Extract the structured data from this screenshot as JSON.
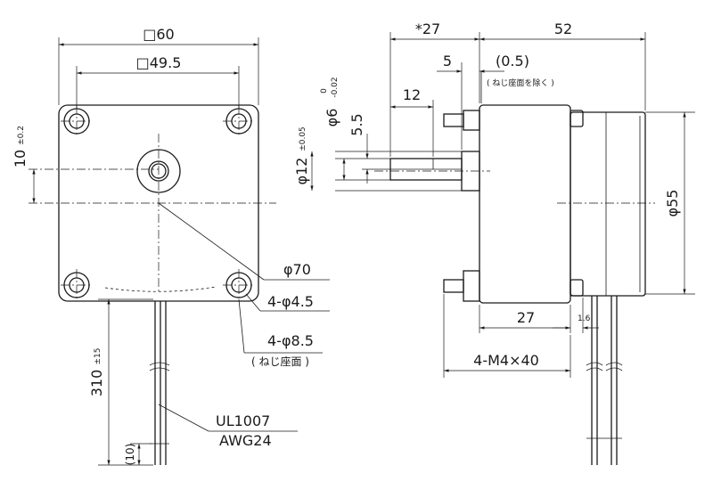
{
  "front_view": {
    "outer_square": "□60",
    "hole_pitch": "□49.5",
    "shaft_offset": {
      "value": "10",
      "tol": "±0.2"
    },
    "circle_dia": "φ70",
    "mount_hole": "4-φ4.5",
    "seat_dia": "4-φ8.5",
    "seat_note": "( ねじ座面 )",
    "lead_length": {
      "value": "310",
      "tol": "±15"
    },
    "strip_length": "(10)",
    "wire_spec": [
      "UL1007",
      "AWG24"
    ]
  },
  "side_view": {
    "shaft_length": "*27",
    "body_length": "52",
    "shaft_step": "5",
    "gap": "(0.5)",
    "gap_note": "( ねじ座面を除く )",
    "flat_length": "12",
    "flat_depth": "5.5",
    "shaft_dia": {
      "value": "φ6",
      "upper": "0",
      "lower": "-0.02"
    },
    "boss_dia": {
      "value": "φ12",
      "tol": "±0.05"
    },
    "housing_dia": "φ55",
    "stud_offset": "27",
    "flange_gap": "1.6",
    "stud_spec": "4-M4×40"
  }
}
